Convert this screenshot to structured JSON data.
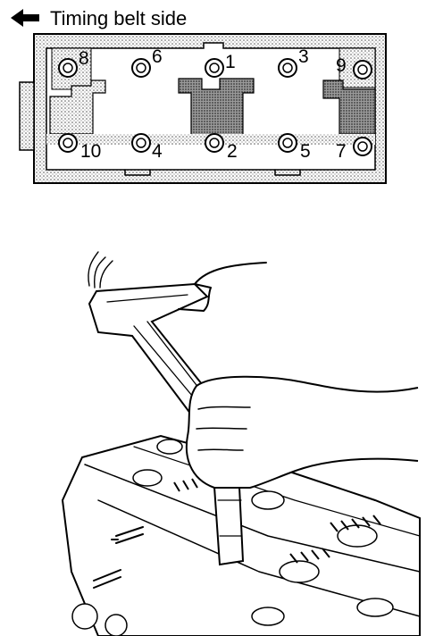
{
  "caption": "Timing belt side",
  "bolts": [
    {
      "label": "8"
    },
    {
      "label": "6"
    },
    {
      "label": "1"
    },
    {
      "label": "3"
    },
    {
      "label": "9"
    },
    {
      "label": "10"
    },
    {
      "label": "4"
    },
    {
      "label": "2"
    },
    {
      "label": "5"
    },
    {
      "label": "7"
    }
  ]
}
